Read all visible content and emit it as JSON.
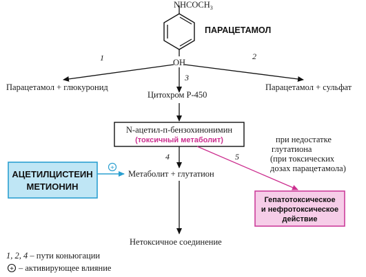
{
  "molecule": {
    "top_substituent": "NHCOCH",
    "top_subscript": "3",
    "bottom_substituent": "OH",
    "name": "ПАРАЦЕТАМОЛ"
  },
  "pathways": {
    "p1": "1",
    "p2": "2",
    "p3": "3",
    "p4": "4",
    "p5": "5"
  },
  "products": {
    "glucuronide": "Парацетамол + глюкуронид",
    "sulfate": "Парацетамол + сульфат",
    "cytochrome": "Цитохром Р-450",
    "metabolite_glutathione": "Метаболит + глутатион",
    "nontoxic": "Нетоксичное соединение"
  },
  "napqi_box": {
    "line1": "N-ацетил-п-бензохинонимин",
    "line2": "(токсичный метаболит)"
  },
  "antidote_box": {
    "line1": "АЦЕТИЛЦИСТЕИН",
    "line2": "МЕТИОНИН",
    "plus": "+"
  },
  "deficiency_note": {
    "line1": "при недостатке",
    "line2": "глутатиона",
    "line3": "(при токсических",
    "line4": "дозах парацетамола)"
  },
  "toxicity_box": {
    "line1": "Гепатотоксическое",
    "line2": "и нефротоксическое",
    "line3": "действие"
  },
  "legend": {
    "numbers": "1, 2, 4",
    "numbers_text": " – пути коньюгации",
    "plus_symbol": "+",
    "plus_text": "– активирующее влияние"
  },
  "colors": {
    "antidote_fill": "#bfe6f5",
    "antidote_stroke": "#2a9fd0",
    "toxicity_fill": "#f6cde8",
    "toxicity_stroke": "#cc3d9a",
    "magenta": "#cc2f8f",
    "blue": "#2a9fd0"
  }
}
